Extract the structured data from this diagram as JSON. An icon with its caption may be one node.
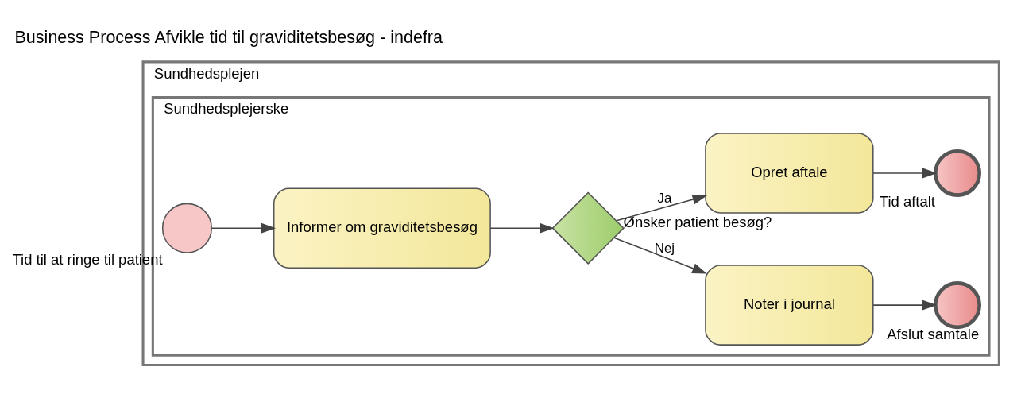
{
  "diagram": {
    "title": "Business Process Afvikle tid til graviditetsbesøg - indefra",
    "nodes": [
      {
        "text": [
          "Sundhedsplejen"
        ]
      },
      {
        "text": [
          "Sundhedsplejerske"
        ],
        "in": 0
      },
      {
        "text": [],
        "shape": "circle",
        "beside": [
          "Tid til at ringe til patient"
        ],
        "in": 1
      },
      {
        "text": [
          "Informer om graviditetsbesøg"
        ],
        "in": 1
      },
      {
        "text": [],
        "shape": "diamond",
        "beside": [
          "Ønsker patient besøg?"
        ],
        "in": 1
      },
      {
        "text": [
          "Noter i journal"
        ],
        "in": 1
      },
      {
        "text": [],
        "shape": "circle",
        "beside": [
          "Afslut samtale"
        ],
        "in": 1
      },
      {
        "text": [
          "Opret aftale"
        ],
        "in": 1
      },
      {
        "text": [],
        "shape": "circle",
        "beside": [
          "Tid aftalt"
        ],
        "in": 1
      }
    ],
    "edges": [
      {
        "from": 2,
        "to": 3,
        "arrow": "to"
      },
      {
        "from": 3,
        "to": 4,
        "arrow": "to"
      },
      {
        "from": 4,
        "to": 5,
        "arrow": "to",
        "label": "Nej"
      },
      {
        "from": 5,
        "to": 6,
        "arrow": "to"
      },
      {
        "from": 4,
        "to": 7,
        "arrow": "to",
        "label": "Ja"
      },
      {
        "from": 7,
        "to": 8,
        "arrow": "to"
      }
    ]
  }
}
